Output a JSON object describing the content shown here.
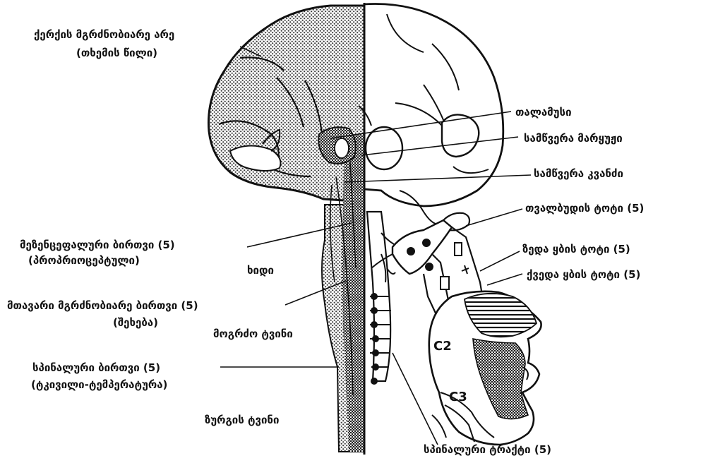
{
  "labels": {
    "sensory_cortex_title": "ქერქის მგრძნობიარე არე",
    "sensory_cortex_sub": "(თხემის წილი)",
    "thalamus": "თალამუსი",
    "trigeminal_loop": "სამწვერა მარყუჟი",
    "trigeminal_canal": "სამწვერა კვანძი",
    "ophthalmic_branch": "თვალბუდის ტოტი (5)",
    "upper_jaw_branch": "ზედა ყბის ტოტი (5)",
    "lower_jaw_branch": "ქვედა ყბის ტოტი (5)",
    "mesencephalic_nucleus_title": "მეზენცეფალური ბირთვი (5)",
    "mesencephalic_nucleus_sub": "(პროპრიოცეპტული)",
    "pons": "ხიდი",
    "main_sensory_nucleus_title": "მთავარი მგრძნობიარე ბირთვი (5)",
    "main_sensory_nucleus_sub": "(შეხება)",
    "medulla": "მოგრძო ტვინი",
    "spinal_nucleus_title": "სპინალური ბირთვი (5)",
    "spinal_nucleus_sub": "(ტკივილი-ტემპერატურა)",
    "spinal_cord": "ზურგის ტვინი",
    "spinal_tract": "სპინალური ტრაქტი (5)"
  },
  "markers": {
    "c2": "C2",
    "c3": "C3"
  },
  "colors": {
    "ink": "#111111",
    "stipple": "#9a9a9a",
    "background": "#ffffff"
  }
}
